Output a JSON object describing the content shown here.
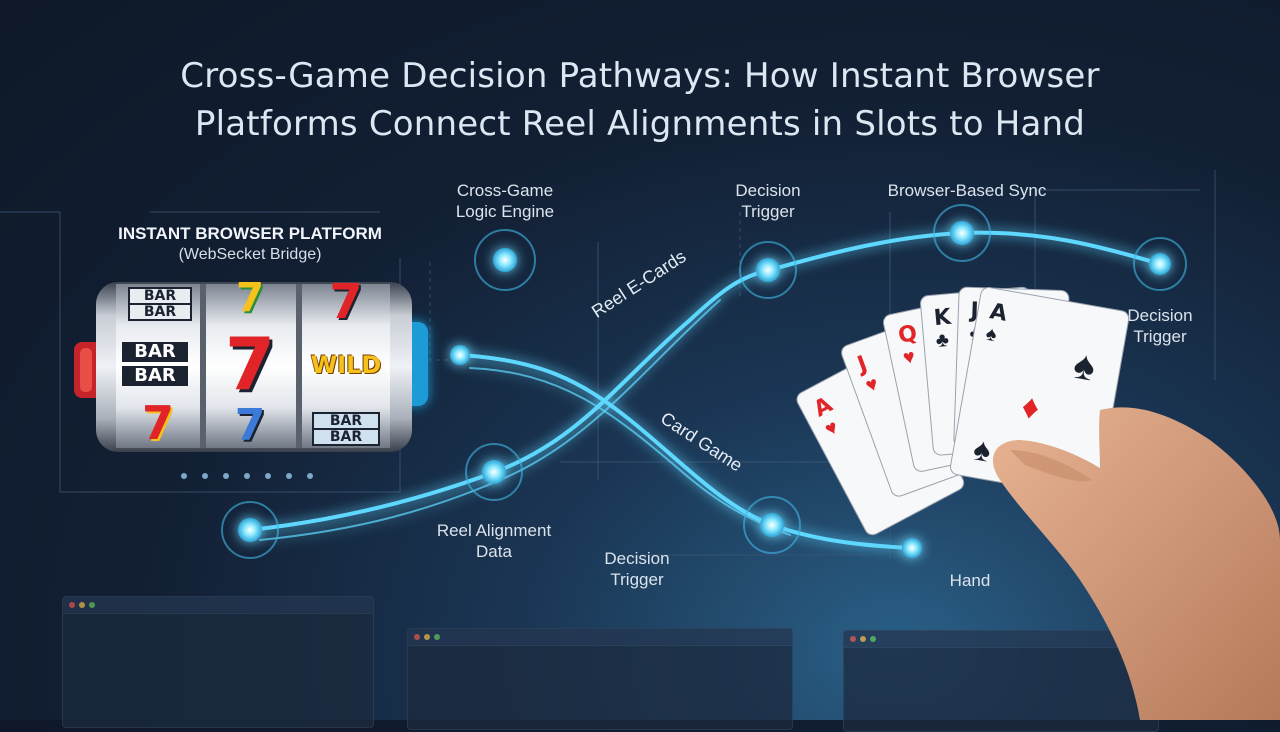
{
  "title": {
    "line1": "Cross-Game Decision Pathways: How Instant Browser",
    "line2": "Platforms Connect Reel Alignments in Slots to Hand"
  },
  "platform": {
    "title": "INSTANT BROWSER PLATFORM",
    "subtitle": "(WebSecket Bridge)"
  },
  "reels": {
    "r1": [
      "BAR",
      "BAR",
      "BAR",
      "BAR",
      "7"
    ],
    "r2": [
      "7",
      "7",
      "7"
    ],
    "r3": [
      "7",
      "WILD",
      "BAR",
      "BAR"
    ]
  },
  "nodes": {
    "logic_engine": [
      "Cross-Game",
      "Logic Engine"
    ],
    "decision_trigger_top": [
      "Decision",
      "Trigger"
    ],
    "browser_sync": "Browser-Based Sync",
    "decision_trigger_right": [
      "Decision",
      "Trigger"
    ],
    "reel_alignment": [
      "Reel Alignment",
      "Data"
    ],
    "decision_trigger_bottom": [
      "Decision",
      "Trigger"
    ],
    "hand": "Hand"
  },
  "path_labels": {
    "reel_cards": "Reel E-Cards",
    "card_game": "Card Game"
  },
  "cards": [
    "A",
    "J",
    "Q",
    "K",
    "J",
    "A"
  ],
  "colors": {
    "glow": "#5fd8ff",
    "accent_red": "#e02428",
    "gold": "#f4c21a"
  }
}
